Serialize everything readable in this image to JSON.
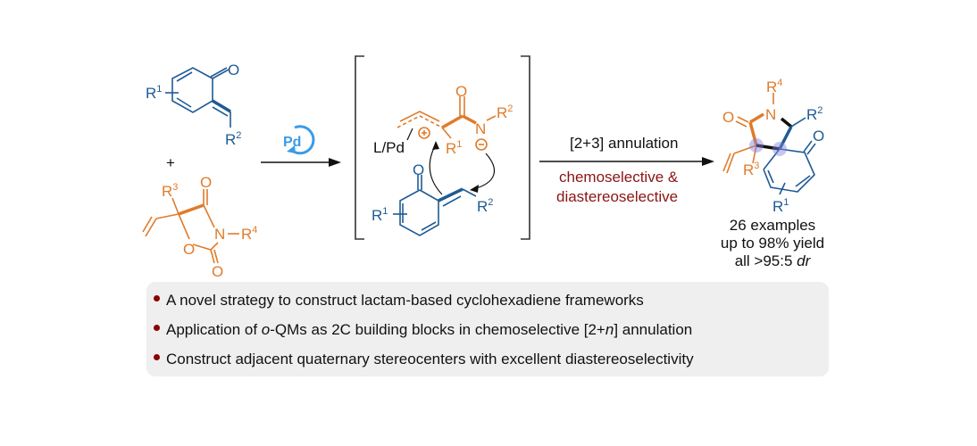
{
  "scheme": {
    "reactant1": {
      "substituents": [
        "R1",
        "R2"
      ],
      "atoms": [
        "O"
      ],
      "label_sup": {
        "R1": "1",
        "R2": "2"
      }
    },
    "plus": "+",
    "reactant2": {
      "atoms": [
        "O",
        "N",
        "O",
        "O"
      ],
      "substituents": [
        "R3",
        "R4"
      ]
    },
    "catalyst": "Pd",
    "intermediate": {
      "ligand_metal": "L/Pd",
      "charges": [
        "+",
        "−"
      ],
      "atoms": [
        "O",
        "N",
        "O"
      ],
      "substituents": [
        "R1",
        "R2",
        "R1",
        "R2"
      ]
    },
    "arrow2_top": "[2+3] annulation",
    "arrow2_bottom_line1": "chemoselective &",
    "arrow2_bottom_line2": "diastereoselective",
    "product": {
      "atoms": [
        "O",
        "N",
        "O"
      ],
      "substituents": [
        "R4",
        "R2",
        "R3",
        "R1"
      ]
    },
    "results": {
      "line1": "26 examples",
      "line2": "up to 98% yield",
      "line3_prefix": "all >95:5 ",
      "line3_italic": "dr"
    }
  },
  "highlights": [
    {
      "text": "A novel strategy to construct lactam-based cyclohexadiene frameworks"
    },
    {
      "prefix": "Application of ",
      "italic": "o",
      "middle": "-QMs as 2C building blocks in chemoselective [2+",
      "italic2": "n",
      "suffix": "] annulation"
    },
    {
      "text": "Construct adjacent quaternary stereocenters with excellent diastereoselectivity"
    }
  ],
  "colors": {
    "blue": "#1f5b94",
    "orange": "#e07b2a",
    "dark_red": "#8b1414",
    "pd_blue": "#3a9be6",
    "panel": "#efefef"
  }
}
